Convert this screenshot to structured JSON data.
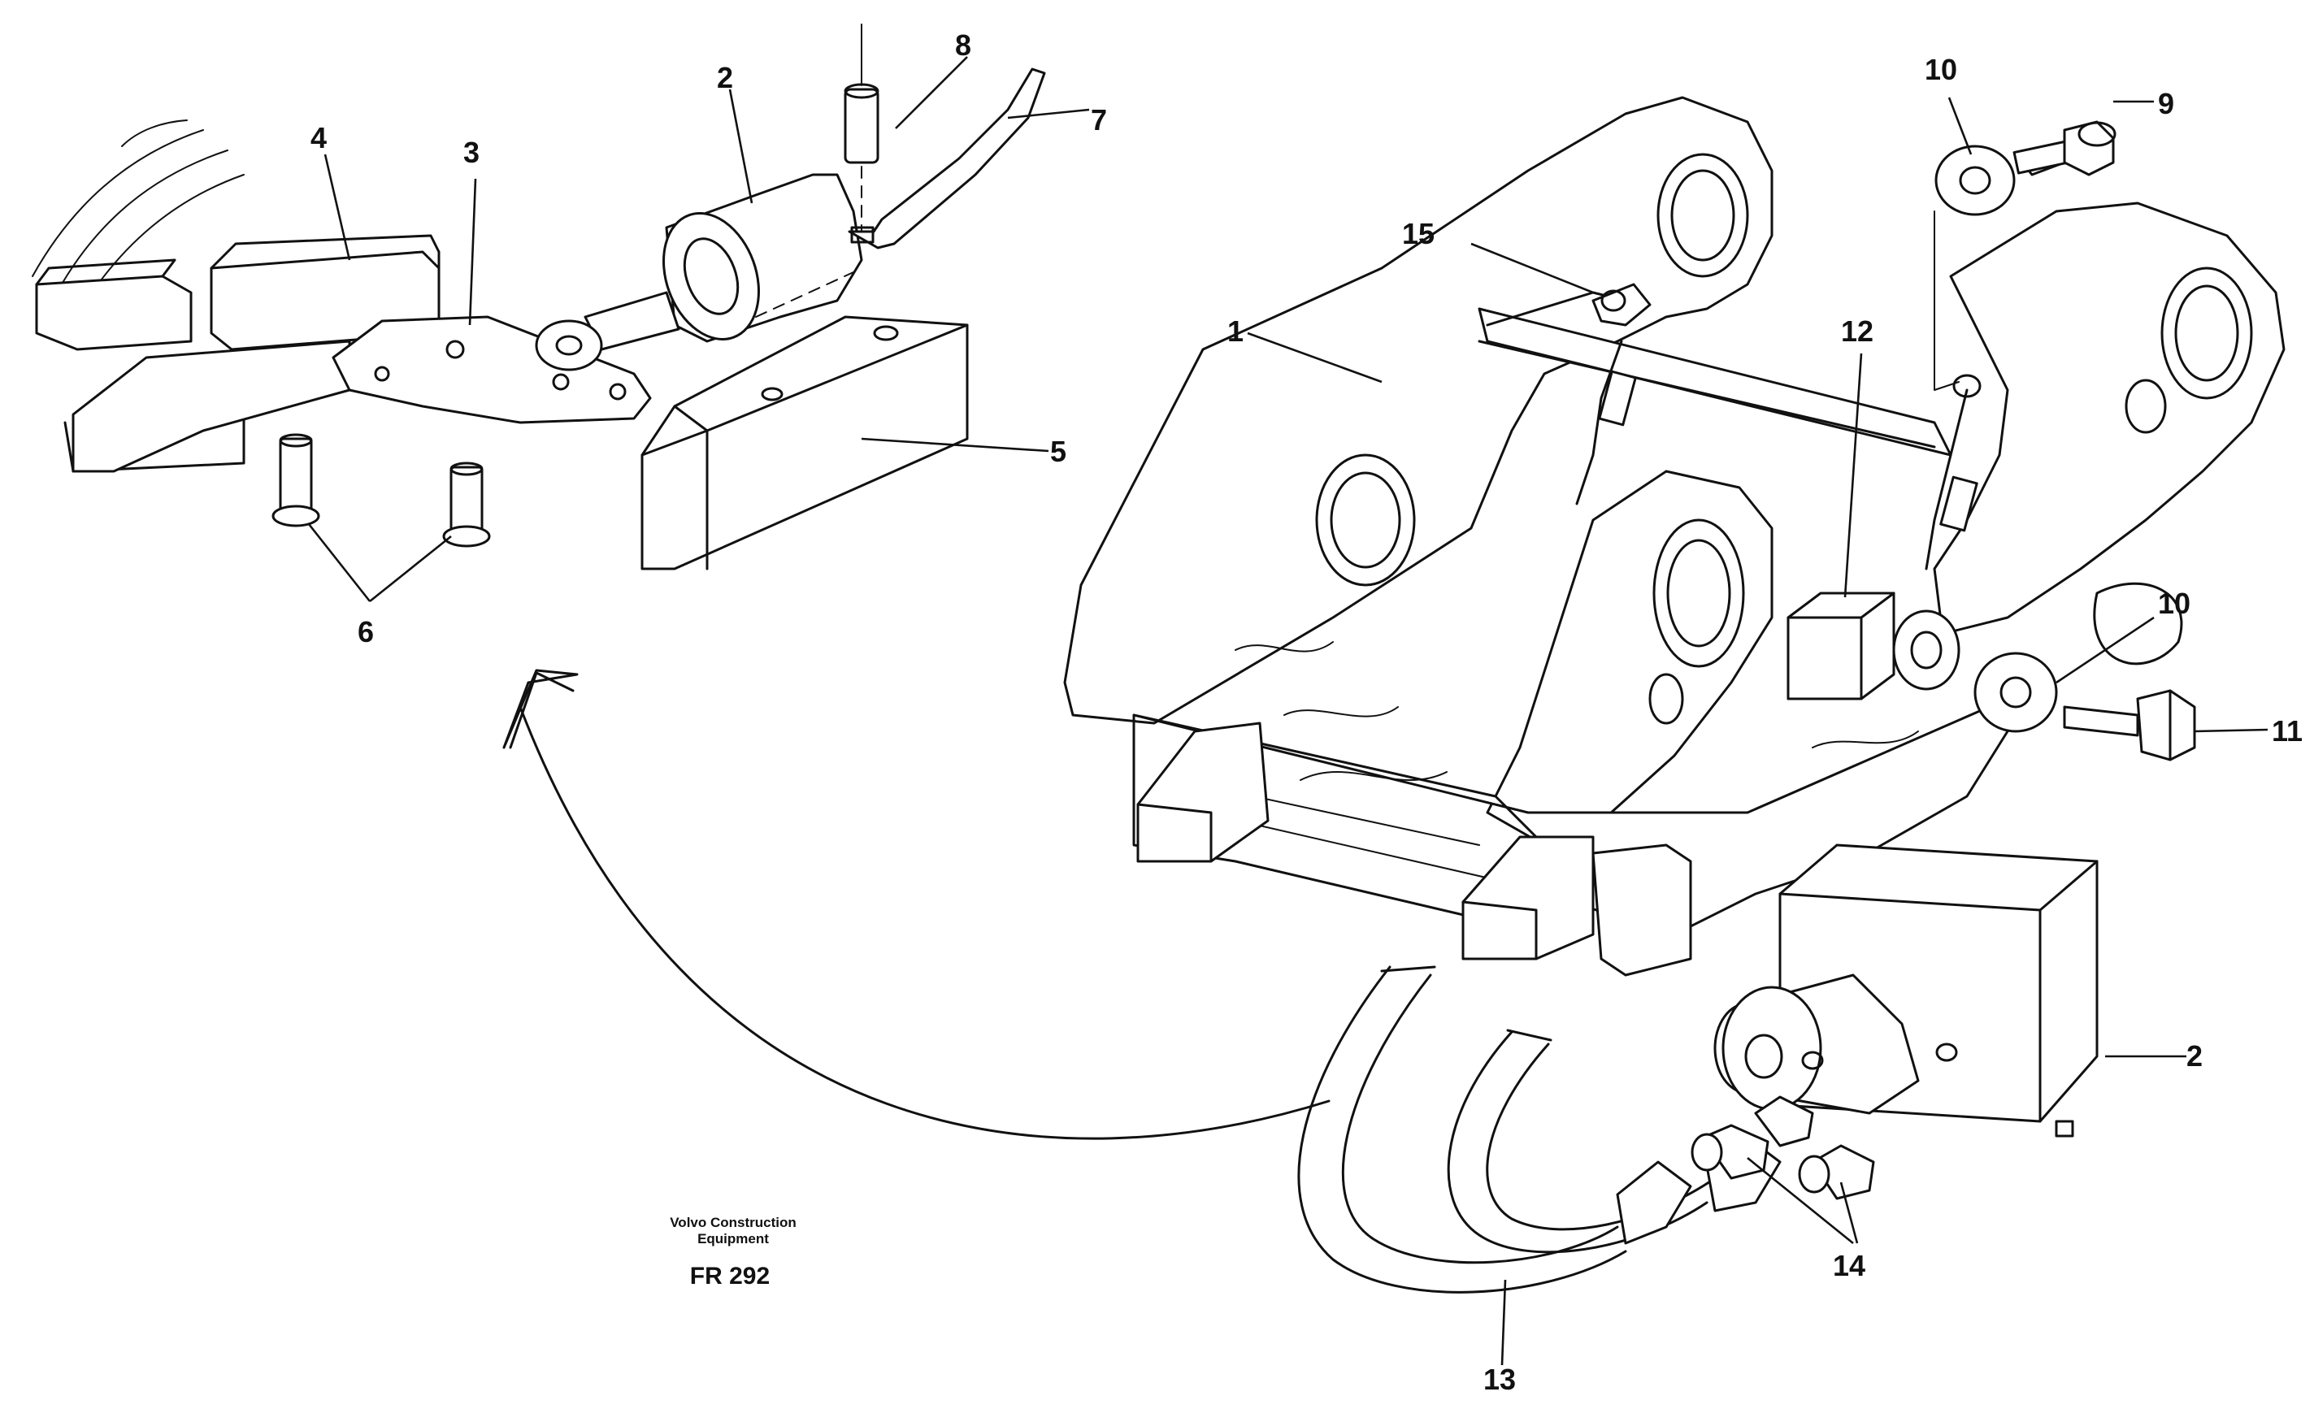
{
  "callouts": {
    "c1": "1",
    "c2a": "2",
    "c2b": "2",
    "c3": "3",
    "c4": "4",
    "c5": "5",
    "c6": "6",
    "c7": "7",
    "c8": "8",
    "c9": "9",
    "c10a": "10",
    "c10b": "10",
    "c11": "11",
    "c12": "12",
    "c13": "13",
    "c14": "14",
    "c15": "15"
  },
  "caption": {
    "brand_line1": "Volvo Construction",
    "brand_line2": "Equipment",
    "code": "FR 292"
  }
}
